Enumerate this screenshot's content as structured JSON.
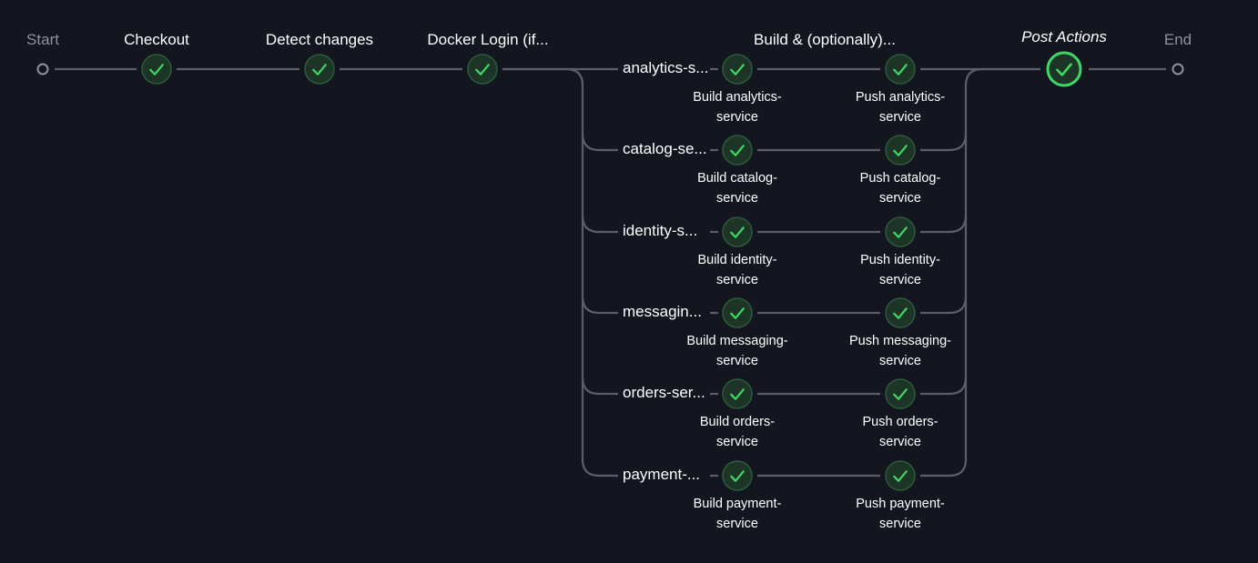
{
  "pipeline": {
    "start_label": "Start",
    "end_label": "End",
    "stages": [
      {
        "label": "Checkout",
        "status": "success"
      },
      {
        "label": "Detect changes",
        "status": "success"
      },
      {
        "label": "Docker Login (if...",
        "status": "success"
      }
    ],
    "parallel_stage": {
      "label": "Build & (optionally)...",
      "branches": [
        {
          "label": "analytics-s...",
          "build": "Build analytics-service",
          "push": "Push analytics-service"
        },
        {
          "label": "catalog-se...",
          "build": "Build catalog-service",
          "push": "Push catalog-service"
        },
        {
          "label": "identity-s...",
          "build": "Build identity-service",
          "push": "Push identity-service"
        },
        {
          "label": "messagin...",
          "build": "Build messaging-service",
          "push": "Push messaging-service"
        },
        {
          "label": "orders-ser...",
          "build": "Build orders-service",
          "push": "Push orders-service"
        },
        {
          "label": "payment-...",
          "build": "Build payment-service",
          "push": "Push payment-service"
        }
      ]
    },
    "post_actions": {
      "label": "Post Actions",
      "status": "success"
    }
  },
  "colors": {
    "background": "#13161e",
    "line": "#5a5f6b",
    "success": "#3fd865",
    "node_fill": "#1c3527",
    "muted_text": "#8d929c"
  },
  "icons": {
    "success": "checkmark-icon",
    "terminal": "hollow-circle-icon"
  }
}
